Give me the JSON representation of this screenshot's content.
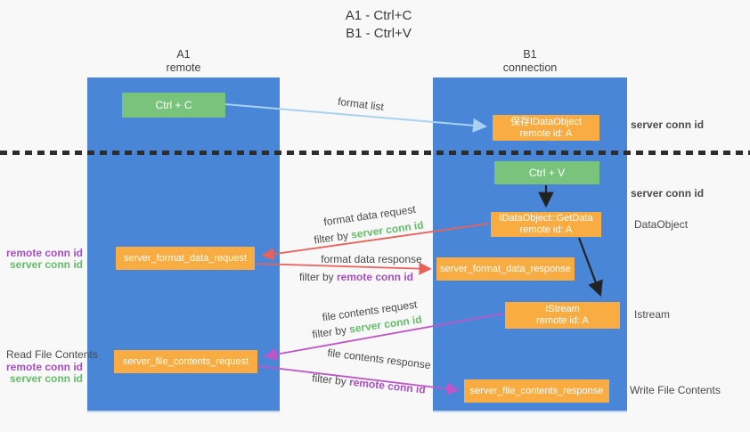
{
  "title": {
    "line1": "A1 - Ctrl+C",
    "line2": "B1 - Ctrl+V"
  },
  "lanes": {
    "a1": {
      "name": "A1",
      "role": "remote"
    },
    "b1": {
      "name": "B1",
      "role": "connection"
    }
  },
  "nodes": {
    "ctrl_c": "Ctrl + C",
    "ctrl_v": "Ctrl + V",
    "save_idataobject": {
      "title": "保存IDataObject",
      "subtitle": "remote id: A"
    },
    "idataobject_getdata": {
      "title": "IDataObject::GetData",
      "subtitle": "remote id: A"
    },
    "istream": {
      "title": "IStream",
      "subtitle": "remote id: A"
    },
    "server_format_data_request": "server_format_data_request",
    "server_format_data_response": "server_format_data_response",
    "server_file_contents_request": "server_file_contents_request",
    "server_file_contents_response": "server_file_contents_response"
  },
  "flow_labels": {
    "format_list": "format list",
    "format_data_request": "format data request",
    "format_data_response": "format data response",
    "file_contents_request": "file contents request",
    "file_contents_response": "file contents response",
    "filter_by": "filter by",
    "server_conn_id": "server conn id",
    "remote_conn_id": "remote conn id"
  },
  "side_labels": {
    "server_conn_id_top": "server conn id",
    "server_conn_id_mid": "server conn id",
    "dataobject": "DataObject",
    "istream": "Istream",
    "write_file_contents": "Write File Contents",
    "read_file_contents": "Read File Contents",
    "remote_conn_id": "remote conn id",
    "server_conn_id": "server conn id"
  },
  "colors": {
    "lane_fill": "#4a86d8",
    "node_green": "#79c37d",
    "node_orange": "#f9ac42",
    "arrow_red": "#e8615a",
    "arrow_magenta": "#bf55c6",
    "arrow_light_blue": "#a9d2f0",
    "arrow_black": "#222222",
    "text_green": "#64bd68",
    "text_purple": "#a74fc0"
  }
}
